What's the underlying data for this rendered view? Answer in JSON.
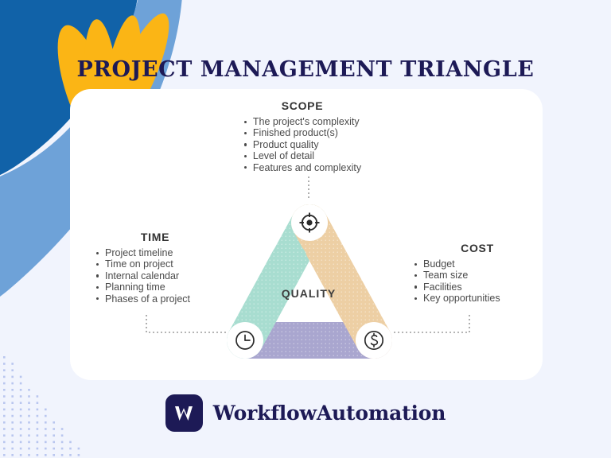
{
  "title": "PROJECT MANAGEMENT TRIANGLE",
  "center_label": "QUALITY",
  "blocks": {
    "scope": {
      "heading": "SCOPE",
      "items": [
        "The project's complexity",
        "Finished product(s)",
        "Product quality",
        "Level of detail",
        "Features and complexity"
      ]
    },
    "time": {
      "heading": "TIME",
      "items": [
        "Project timeline",
        "Time on project",
        "Internal calendar",
        "Planning time",
        "Phases of a project"
      ]
    },
    "cost": {
      "heading": "COST",
      "items": [
        "Budget",
        "Team size",
        "Facilities",
        "Key opportunities"
      ]
    }
  },
  "icons": {
    "scope": "target-icon",
    "time": "clock-icon",
    "cost": "dollar-coin-icon",
    "logo": "workflow-w-icon"
  },
  "footer": {
    "brand": "WorkflowAutomation"
  },
  "colors": {
    "background": "#f1f4fd",
    "card": "#ffffff",
    "title": "#1d1a56",
    "brand_navy": "#1d1a56",
    "blob_dark_blue": "#1162a8",
    "blob_light_blue": "#6ea2d8",
    "petal_yellow": "#fbb515",
    "triangle_scope": "#edcfa4",
    "triangle_time": "#a8ddd0",
    "triangle_cost": "#a9a6cf",
    "body_text": "#4a4a4a",
    "heading_text": "#333333",
    "dot_grid": "#b9c6ef"
  }
}
